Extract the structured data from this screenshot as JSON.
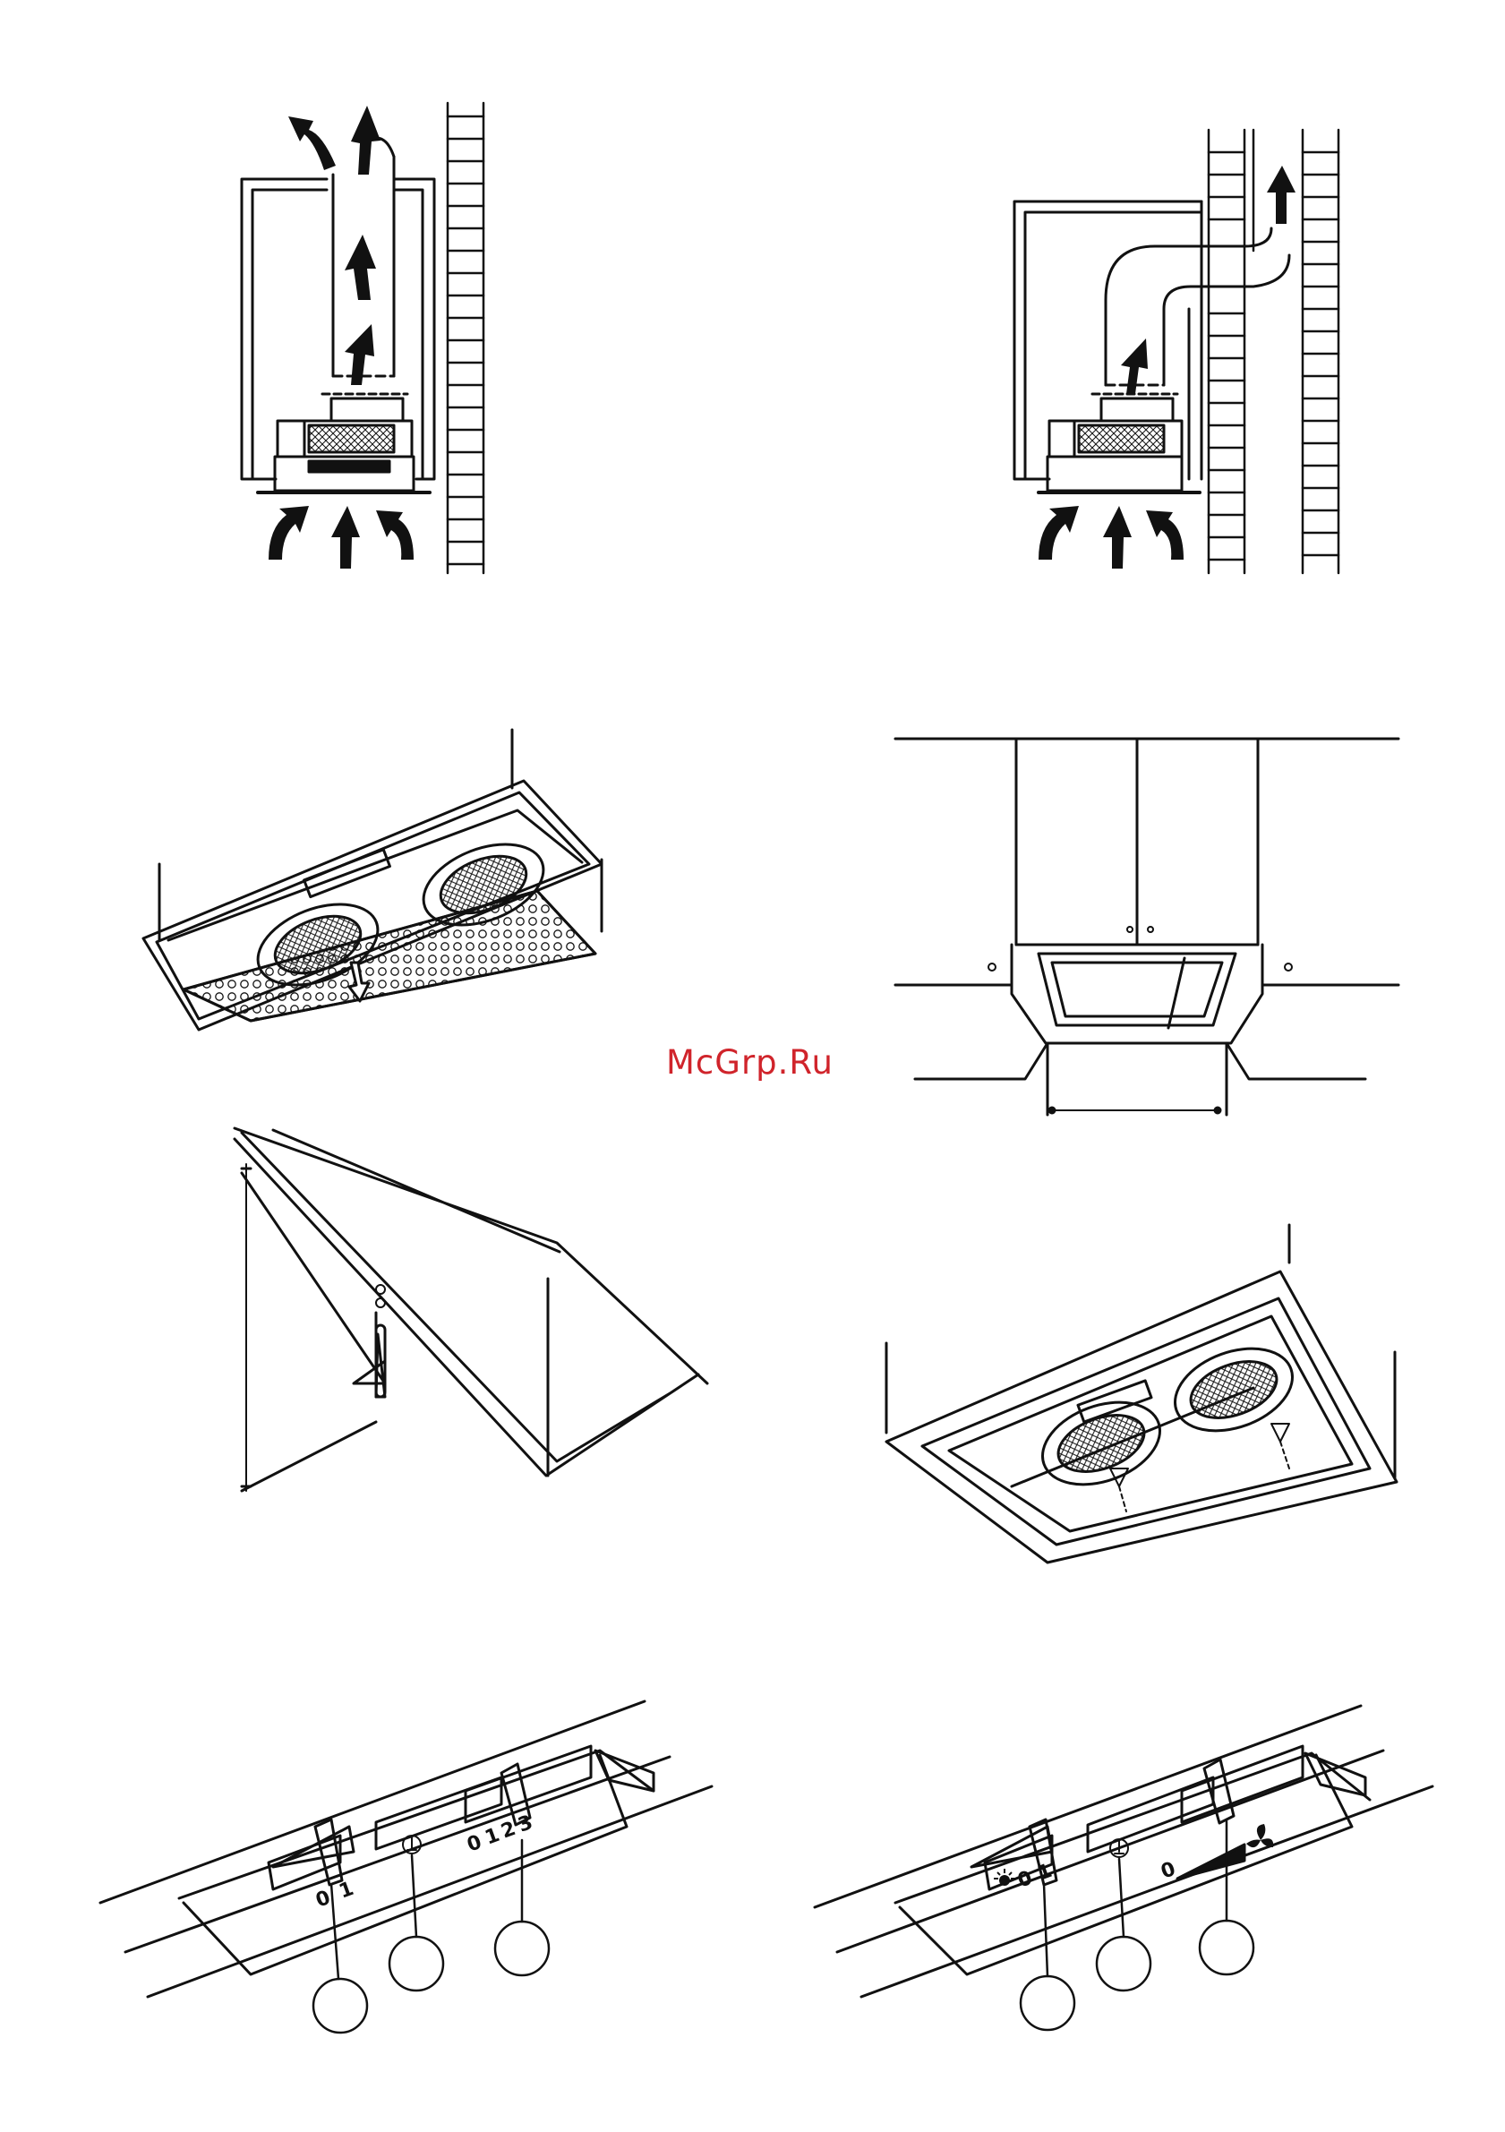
{
  "watermark": {
    "text": "McGrp.Ru",
    "color": "#d0242b"
  },
  "panel_left": {
    "left_group": [
      "0",
      "1"
    ],
    "right_group": [
      "0",
      "1",
      "2",
      "3"
    ]
  },
  "panel_right": {
    "left_group": [
      "0",
      "1"
    ],
    "right_group": [
      "0"
    ]
  },
  "icons": [
    "light-bulb-icon",
    "fan-icon"
  ],
  "colors": {
    "line": "#111111",
    "background": "#ffffff"
  }
}
